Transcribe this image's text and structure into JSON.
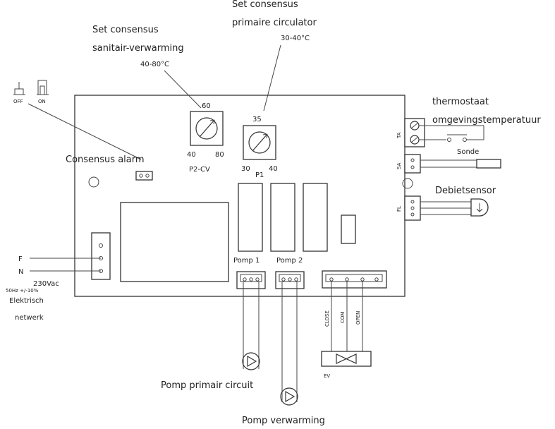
{
  "labels": {
    "set_primaire_1": "Set consensus",
    "set_primaire_2": "primaire circulator",
    "set_primaire_range": "30-40°C",
    "set_sanitair_1": "Set consensus",
    "set_sanitair_2": "sanitair-verwarming",
    "set_sanitair_range": "40-80°C",
    "off": "OFF",
    "on": "ON",
    "thermostaat_1": "thermostaat",
    "thermostaat_2": "omgevingstemperatuur",
    "ta": "TA",
    "sonde": "Sonde",
    "sa": "SA",
    "debietsensor": "Debietsensor",
    "fl": "FL",
    "consensus_alarm": "Consensus alarm",
    "p2cv": "P2-CV",
    "p2_top": "60",
    "p2_left": "40",
    "p2_right": "80",
    "p1": "P1",
    "p1_top": "35",
    "p1_left": "30",
    "p1_right": "40",
    "f": "F",
    "n": "N",
    "voltage": "230Vac",
    "freq": "50Hz +/-10%",
    "elektrisch": "Elektrisch",
    "netwerk": "netwerk",
    "pomp1": "Pomp 1",
    "pomp2": "Pomp 2",
    "close": "CLOSE",
    "com": "COM",
    "open": "OPEN",
    "ev": "EV",
    "pomp_primair": "Pomp primair circuit",
    "pomp_verwarming": "Pomp verwarming"
  }
}
